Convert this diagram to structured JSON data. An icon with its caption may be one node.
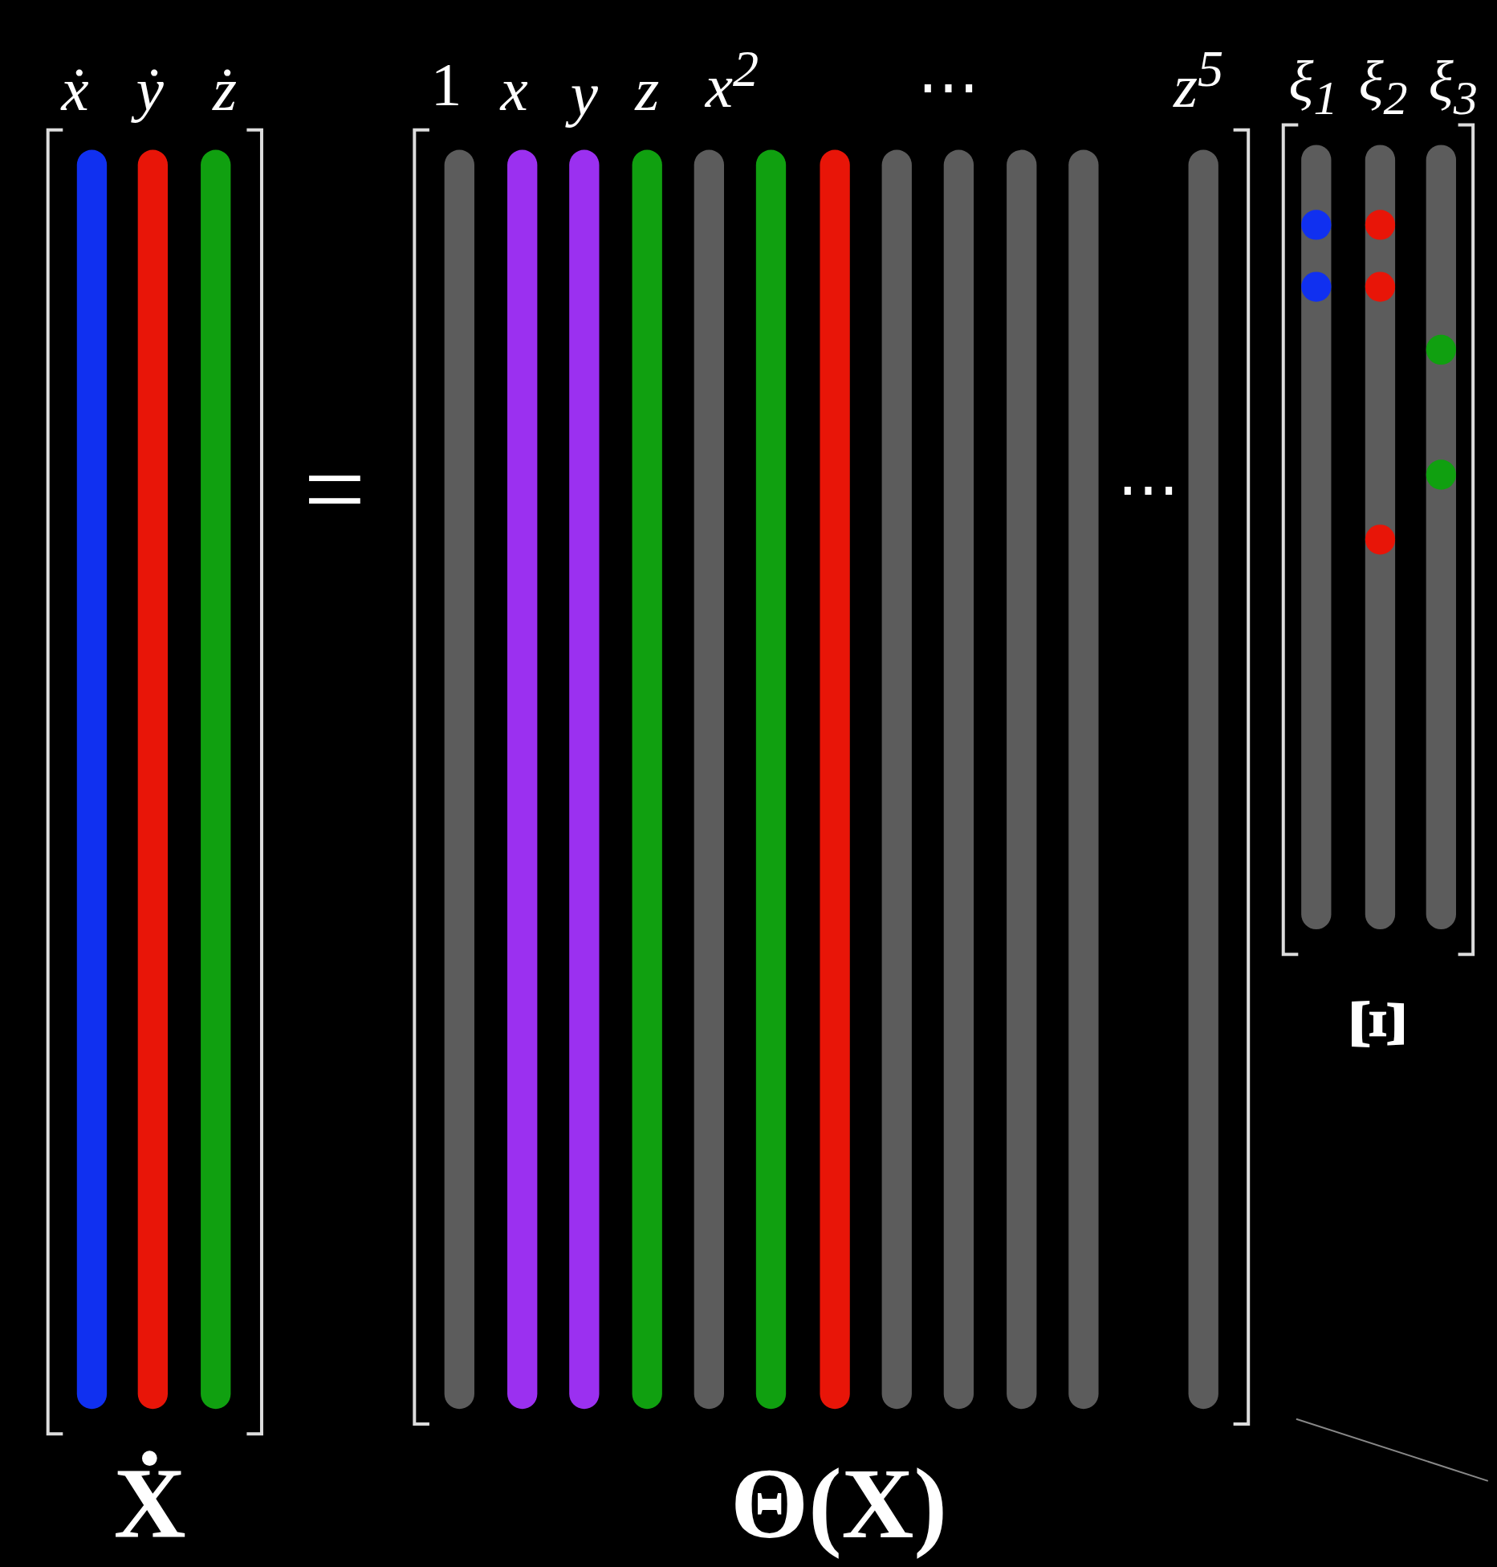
{
  "diagram": {
    "labels": [
      "ẋ",
      "ẏ",
      "ż",
      "1",
      "x",
      "y",
      "z",
      "x$^{2}$",
      "⋯",
      "z$^{5}$",
      "ξ$_{1}$",
      "ξ$_{2}$",
      "ξ$_{3}$",
      "=",
      "⋯",
      "Ẋ",
      "Θ(X)",
      "Ξ"
    ]
  }
}
